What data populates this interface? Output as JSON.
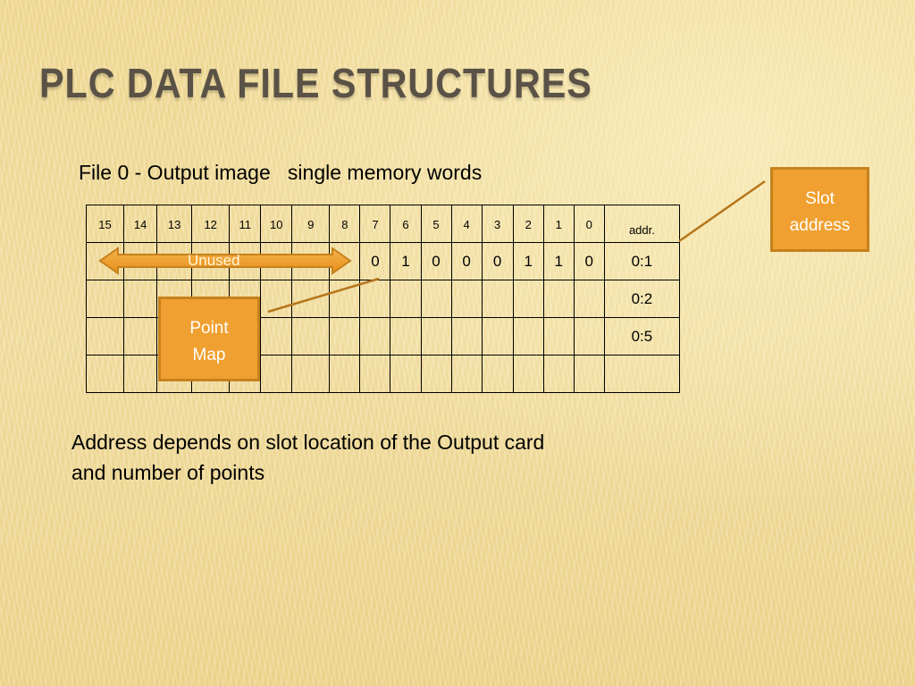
{
  "slide": {
    "title": "PLC Data File Structures",
    "subtitle": "File 0 - Output image   single memory words",
    "body_line1": "Address depends on slot location of the Output card",
    "body_line2": "and number of points"
  },
  "table": {
    "header_bits": [
      "15",
      "14",
      "13",
      "12",
      "11",
      "10",
      "9",
      "8",
      "7",
      "6",
      "5",
      "4",
      "3",
      "2",
      "1",
      "0"
    ],
    "addr_header": "addr.",
    "row1_bits": [
      "",
      "",
      "",
      "",
      "",
      "",
      "",
      "",
      "0",
      "1",
      "0",
      "0",
      "0",
      "1",
      "1",
      "0"
    ],
    "addresses": [
      "0:1",
      "0:2",
      "0:5",
      ""
    ]
  },
  "callouts": {
    "unused": "Unused",
    "slot_line1": "Slot",
    "slot_line2": "address",
    "point_line1": "Point",
    "point_line2": "Map"
  },
  "colors": {
    "callout_fill": "#f0a030",
    "callout_border": "#c6811c",
    "title": "#5a5246",
    "connector": "#b5761b"
  }
}
